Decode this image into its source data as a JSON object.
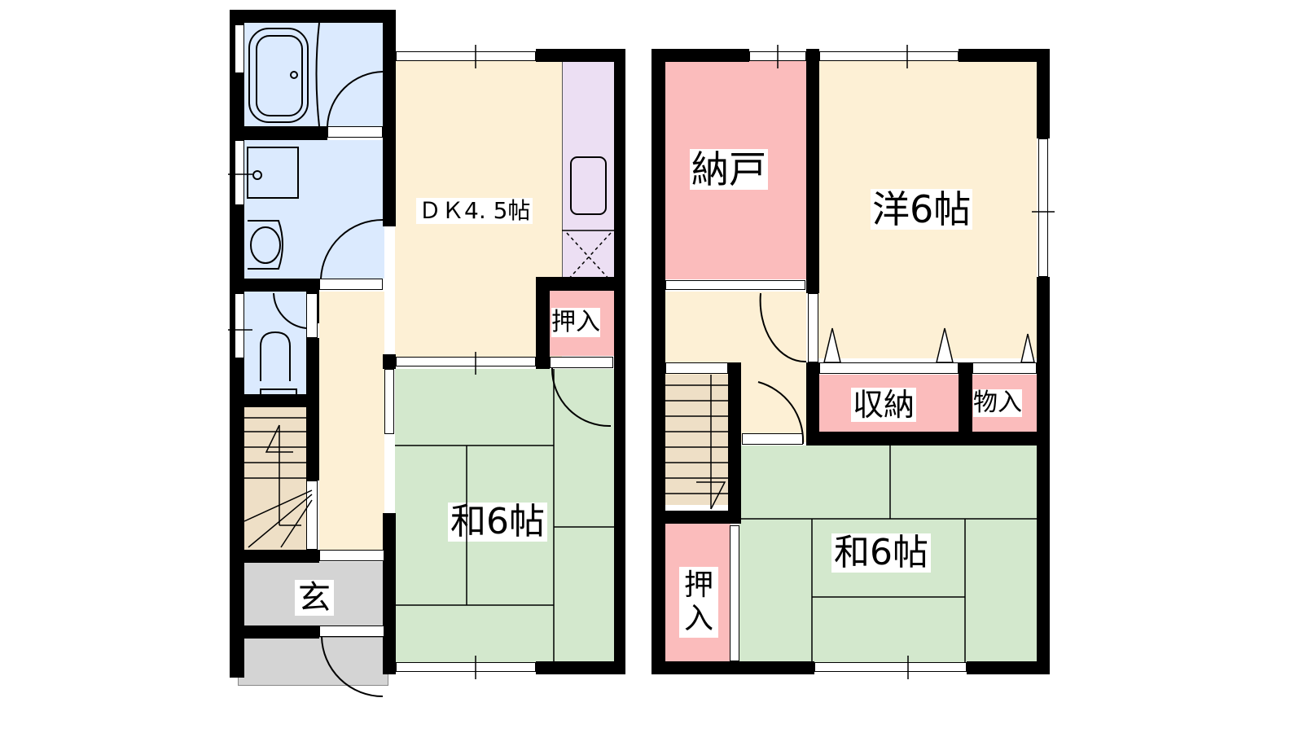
{
  "floor_plan": {
    "colors": {
      "wall": "#000000",
      "wet_area": "#dbeafe",
      "flooring": "#fdf0d5",
      "kitchen": "#ecdff3",
      "storage": "#fbbcbc",
      "tatami": "#d3e8cd",
      "stairs": "#eedfc6",
      "entrance": "#d4d4d4"
    },
    "floor1": {
      "rooms": [
        {
          "id": "bath",
          "label": ""
        },
        {
          "id": "washroom",
          "label": ""
        },
        {
          "id": "toilet",
          "label": ""
        },
        {
          "id": "stairs",
          "label": ""
        },
        {
          "id": "hallway",
          "label": ""
        },
        {
          "id": "entrance",
          "label": "玄"
        },
        {
          "id": "dk",
          "label": "ＤＫ4. 5帖"
        },
        {
          "id": "closet",
          "label": "押入"
        },
        {
          "id": "washitsu",
          "label": "和6帖"
        }
      ]
    },
    "floor2": {
      "rooms": [
        {
          "id": "nando",
          "label": "納戸"
        },
        {
          "id": "youshitsu",
          "label": "洋6帖"
        },
        {
          "id": "landing",
          "label": ""
        },
        {
          "id": "stairs",
          "label": ""
        },
        {
          "id": "shuno",
          "label": "収納"
        },
        {
          "id": "monoire",
          "label": "物入"
        },
        {
          "id": "oshiire",
          "label": "押入"
        },
        {
          "id": "washitsu",
          "label": "和6帖"
        }
      ]
    }
  }
}
